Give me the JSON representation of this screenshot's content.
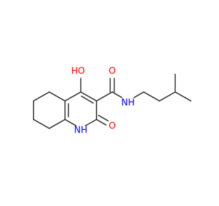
{
  "molecule": {
    "atoms": {
      "oh_label": "HO",
      "amide_o_label": "O",
      "nh_label": "NH",
      "ring_nh_label": "NH",
      "ring_o_label": "O"
    },
    "colors": {
      "bond": "#3a3a3a",
      "oxygen": "#ff0000",
      "nitrogen": "#0000ff"
    }
  }
}
